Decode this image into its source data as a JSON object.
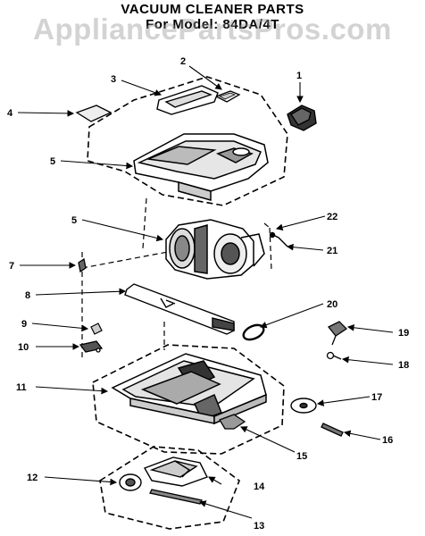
{
  "header": {
    "title": "VACUUM CLEANER PARTS",
    "subtitle": "For Model: 84DA/4T",
    "watermark": "AppliancePartsPros.com"
  },
  "callouts": [
    "1",
    "2",
    "3",
    "4",
    "5",
    "5",
    "7",
    "8",
    "9",
    "10",
    "11",
    "12",
    "13",
    "14",
    "15",
    "16",
    "17",
    "18",
    "19",
    "20",
    "21",
    "22"
  ]
}
